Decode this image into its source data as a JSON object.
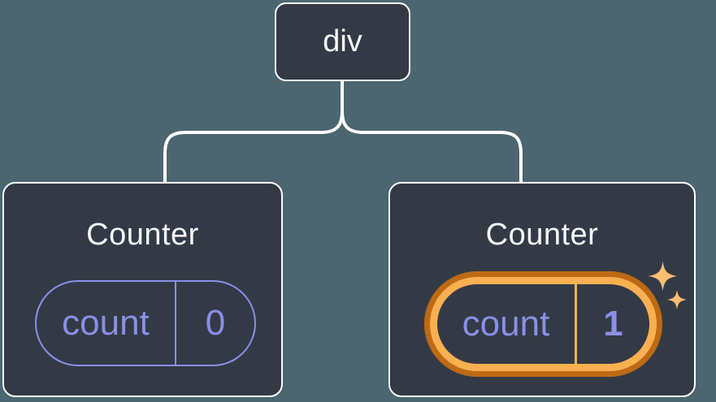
{
  "diagram": {
    "root": {
      "label": "div"
    },
    "children": [
      {
        "title": "Counter",
        "state": {
          "name": "count",
          "value": "0"
        },
        "highlighted": false
      },
      {
        "title": "Counter",
        "state": {
          "name": "count",
          "value": "1"
        },
        "highlighted": true
      }
    ]
  },
  "colors": {
    "background": "#4B6670",
    "node_fill": "#333A46",
    "node_border": "#FFFFFF",
    "connector": "#FFFFFF",
    "state_accent": "#8A8FE8",
    "highlight_ring_outer": "#BE6A15",
    "highlight_ring_inner": "#F8B051",
    "sparkle": "#F9BE72",
    "title_text": "#F6F7F9"
  }
}
